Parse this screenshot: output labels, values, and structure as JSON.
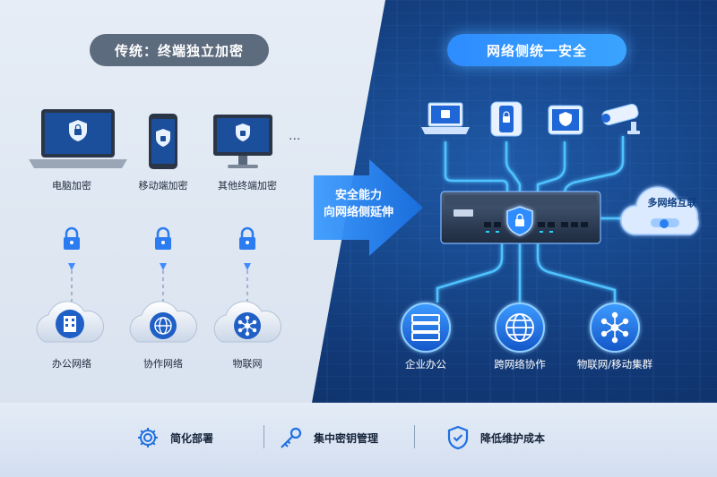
{
  "traditional": {
    "title": "传统：终端独立加密",
    "more": "···",
    "devices": [
      "电脑加密",
      "移动端加密",
      "其他终端加密"
    ],
    "networks": [
      "办公网络",
      "协作网络",
      "物联网"
    ]
  },
  "arrow": {
    "line1": "安全能力",
    "line2": "向网络侧延伸"
  },
  "network_side": {
    "title": "网络侧统一安全",
    "cloud_label": "多网络互联",
    "networks": [
      "企业办公",
      "跨网络协作",
      "物联网/移动集群"
    ]
  },
  "benefits": [
    "简化部署",
    "集中密钥管理",
    "降低维护成本"
  ],
  "colors": {
    "accent": "#2e8cff",
    "dark_panel": "#123a78",
    "left_pill": "#5d6b7e",
    "glow": "#5ec8ff"
  }
}
